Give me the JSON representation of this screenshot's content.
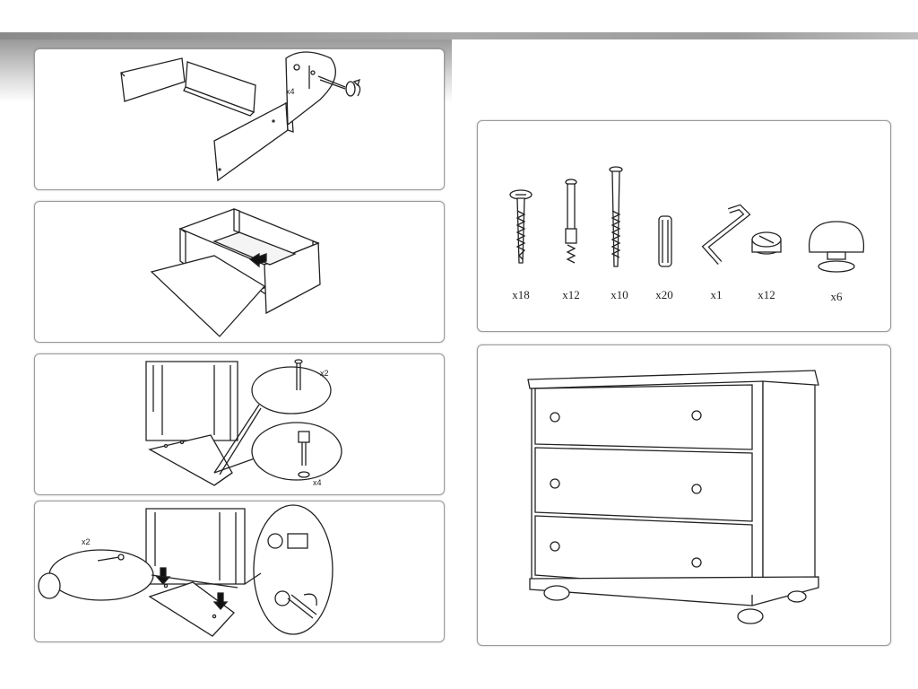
{
  "steps": [
    {
      "callout_qty": "x4"
    },
    {},
    {
      "callout_qty_top": "x2",
      "callout_qty_bottom": "x4"
    },
    {
      "callout_qty": "x2"
    }
  ],
  "parts": [
    {
      "icon": "wood-screw-icon",
      "qty": "x18"
    },
    {
      "icon": "cam-bolt-icon",
      "qty": "x12"
    },
    {
      "icon": "long-screw-icon",
      "qty": "x10"
    },
    {
      "icon": "wooden-dowel-icon",
      "qty": "x20"
    },
    {
      "icon": "allen-key-icon",
      "qty": "x1"
    },
    {
      "icon": "cam-lock-icon",
      "qty": "x12"
    },
    {
      "icon": "knob-icon",
      "qty": "x6"
    }
  ]
}
